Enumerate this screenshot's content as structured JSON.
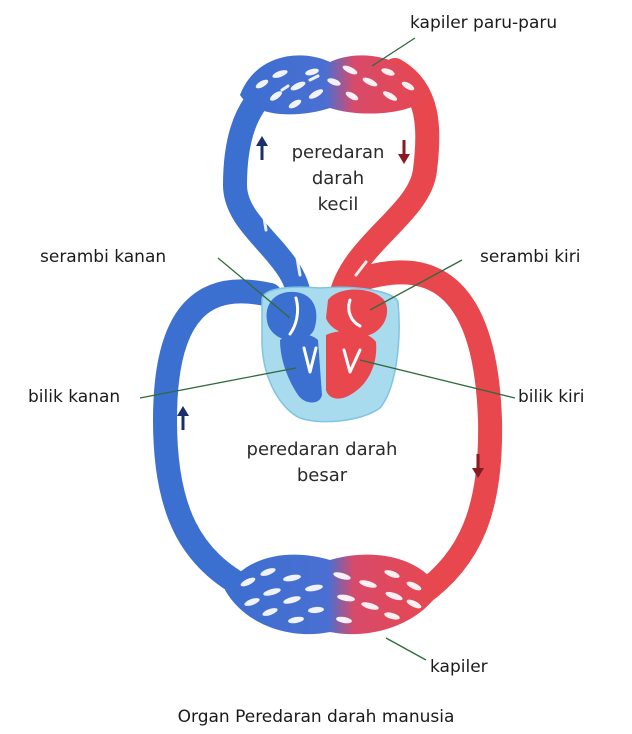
{
  "labels": {
    "pulmonary_capillaries": "kapiler paru-paru",
    "small_circulation_1": "peredaran",
    "small_circulation_2": "darah",
    "small_circulation_3": "kecil",
    "right_atrium": "serambi kanan",
    "left_atrium": "serambi kiri",
    "right_ventricle": "bilik kanan",
    "left_ventricle": "bilik kiri",
    "big_circulation_1": "peredaran darah",
    "big_circulation_2": "besar",
    "capillaries": "kapiler"
  },
  "caption": "Organ Peredaran darah manusia",
  "colors": {
    "deoxygenated": "#3b6fd0",
    "oxygenated": "#e8474e",
    "pericardium": "#a9dbef",
    "leader_line": "#2f6b3a"
  }
}
